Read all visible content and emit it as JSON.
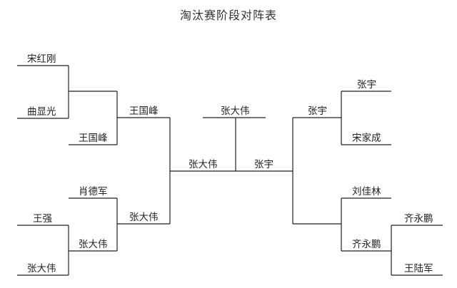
{
  "title": "淘汰赛阶段对阵表",
  "left": {
    "round1": [
      "宋红刚",
      "曲显光",
      "王强",
      "张大伟"
    ],
    "round2": [
      "王国峰",
      "肖德军",
      "张大伟"
    ],
    "round3": [
      "王国峰",
      "张大伟"
    ],
    "semi_winner": "张大伟"
  },
  "right": {
    "round1": [
      "齐永鹏",
      "王陆军"
    ],
    "round2": [
      "张宇",
      "宋家成",
      "刘佳林",
      "齐永鹏"
    ],
    "round3": "张宇",
    "semi_winner": "张宇"
  },
  "champion": "张大伟",
  "colors": {
    "line": "#222222",
    "text": "#222222"
  }
}
